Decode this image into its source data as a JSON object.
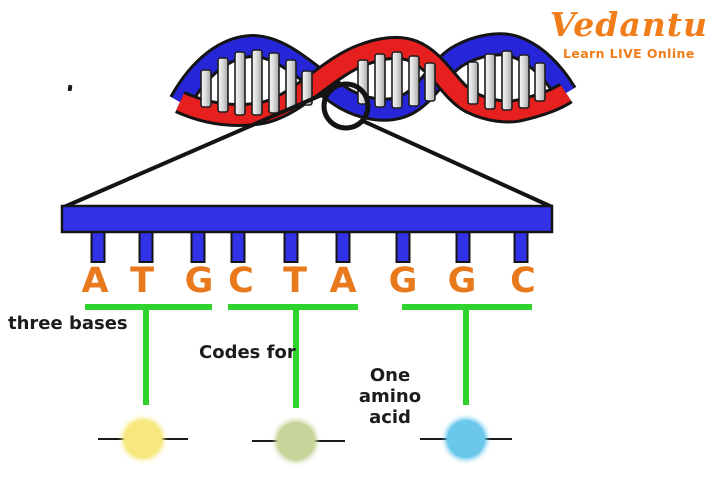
{
  "brand": {
    "name": "Vedantu",
    "tagline": "Learn LIVE Online"
  },
  "diagram": {
    "title_semantic": "DNA triplet codon diagram",
    "sequence_letters": [
      "A",
      "T",
      "G",
      "C",
      "T",
      "A",
      "G",
      "G",
      "C"
    ],
    "label_three_bases": "three bases",
    "label_codes_for": "Codes for",
    "label_one_amino_acid": "One\namino\nacid",
    "amino_acids": [
      {
        "id": "amino-acid-1",
        "color": "#F6E87E"
      },
      {
        "id": "amino-acid-2",
        "color": "#C6D49A"
      },
      {
        "id": "amino-acid-3",
        "color": "#6BC8EC"
      }
    ]
  },
  "colors": {
    "brand_orange": "#F07D1A",
    "letter_orange": "#E8791D",
    "group_green": "#2ED32E",
    "bar_blue": "#3131E8",
    "helix_blue": "#2626D8",
    "helix_red": "#E61F1F",
    "rung_gray": "#D6D6D6"
  }
}
